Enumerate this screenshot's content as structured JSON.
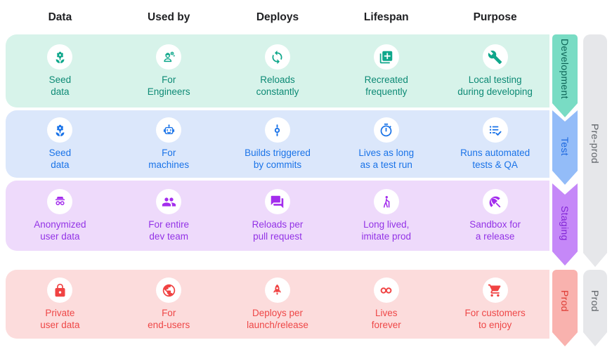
{
  "columns": [
    "Data",
    "Used by",
    "Deploys",
    "Lifespan",
    "Purpose"
  ],
  "environments": [
    {
      "name": "Development",
      "cells": [
        {
          "icon": "seed-icon",
          "lines": [
            "Seed",
            "data"
          ]
        },
        {
          "icon": "engineer-icon",
          "lines": [
            "For",
            "Engineers"
          ]
        },
        {
          "icon": "sync-icon",
          "lines": [
            "Reloads",
            "constantly"
          ]
        },
        {
          "icon": "library-add-icon",
          "lines": [
            "Recreated",
            "frequently"
          ]
        },
        {
          "icon": "wrench-icon",
          "lines": [
            "Local testing",
            "during developing"
          ]
        }
      ]
    },
    {
      "name": "Test",
      "cells": [
        {
          "icon": "seed-icon",
          "lines": [
            "Seed",
            "data"
          ]
        },
        {
          "icon": "robot-icon",
          "lines": [
            "For",
            "machines"
          ]
        },
        {
          "icon": "commit-icon",
          "lines": [
            "Builds triggered",
            "by commits"
          ]
        },
        {
          "icon": "timer-icon",
          "lines": [
            "Lives as long",
            "as a test run"
          ]
        },
        {
          "icon": "checklist-icon",
          "lines": [
            "Runs automated",
            "tests & QA"
          ]
        }
      ]
    },
    {
      "name": "Staging",
      "cells": [
        {
          "icon": "incognito-icon",
          "lines": [
            "Anonymized",
            "user data"
          ]
        },
        {
          "icon": "group-icon",
          "lines": [
            "For entire",
            "dev team"
          ]
        },
        {
          "icon": "chat-icon",
          "lines": [
            "Reloads per",
            "pull request"
          ]
        },
        {
          "icon": "elderly-icon",
          "lines": [
            "Long lived,",
            "imitate prod"
          ]
        },
        {
          "icon": "beach-umbrella-icon",
          "lines": [
            "Sandbox for",
            "a release"
          ]
        }
      ]
    },
    {
      "name": "Prod",
      "cells": [
        {
          "icon": "lock-icon",
          "lines": [
            "Private",
            "user data"
          ]
        },
        {
          "icon": "globe-icon",
          "lines": [
            "For",
            "end-users"
          ]
        },
        {
          "icon": "rocket-icon",
          "lines": [
            "Deploys per",
            "launch/release"
          ]
        },
        {
          "icon": "infinity-icon",
          "lines": [
            "Lives",
            "forever"
          ]
        },
        {
          "icon": "cart-icon",
          "lines": [
            "For customers",
            "to enjoy"
          ]
        }
      ]
    }
  ],
  "groups": [
    {
      "label": "Pre-prod"
    },
    {
      "label": "Prod"
    }
  ],
  "colors": {
    "development": {
      "row_bg": "#d7f3ea",
      "accent": "#0d8a75",
      "ribbon_bg": "#79dcc4",
      "ribbon_text": "#0c6456"
    },
    "test": {
      "row_bg": "#dbe7fb",
      "accent": "#1a73e8",
      "ribbon_bg": "#93bcf8",
      "ribbon_text": "#1a66df"
    },
    "staging": {
      "row_bg": "#eedafb",
      "accent": "#9333e6",
      "ribbon_bg": "#c588f8",
      "ribbon_text": "#8224d6"
    },
    "prod": {
      "row_bg": "#fcdcdc",
      "accent": "#ee4747",
      "ribbon_bg": "#f9b2ae",
      "ribbon_text": "#de3b33"
    },
    "group_ribbon": {
      "bg": "#e6e7ea",
      "text": "#5f6368"
    },
    "header_text": "#202124",
    "icon_circle_bg": "#ffffff"
  }
}
